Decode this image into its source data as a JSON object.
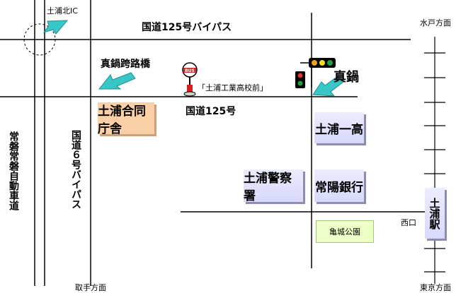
{
  "labels": {
    "ic": "土浦北IC",
    "bypass125": "国道125号バイパス",
    "mito": "水戸方面",
    "manabe_bridge": "真鍋跨路橋",
    "bus_stop": "「土浦工業高校前」",
    "manabe": "真鍋",
    "route125": "国道125号",
    "joban": "常磐常磐自動車道",
    "route6": "国道６号バイパス",
    "toride": "取手方面",
    "tokyo": "東京方面",
    "west_exit": "西口",
    "station": "土浦駅",
    "bus_sign": "BUS"
  },
  "places": {
    "godo_chosha": "土浦合同庁舎",
    "ichiko": "土浦一高",
    "police": "土浦警察署",
    "joyo_bank": "常陽銀行",
    "kijo_park": "亀城公園"
  },
  "colors": {
    "arrow": "#38c6c6",
    "lavender": "#dcdcfa",
    "orange": "#fbd0a6",
    "park": "#efffc8"
  }
}
